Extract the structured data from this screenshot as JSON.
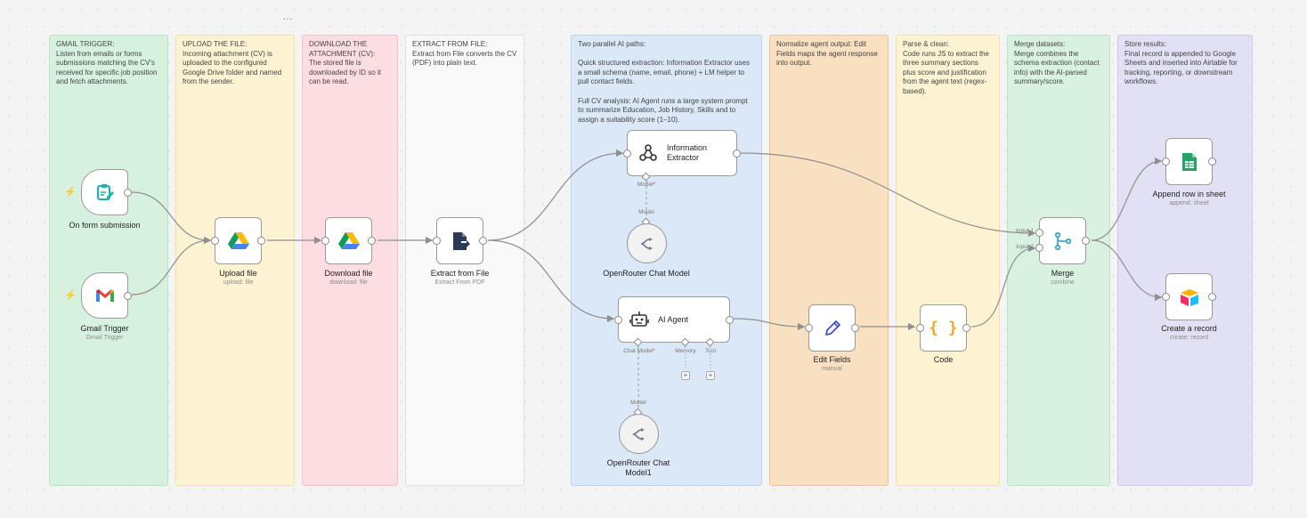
{
  "toolbar": {
    "ellipsis": "..."
  },
  "stickies": {
    "gmail": "GMAIL TRIGGER:\nListen from emails or forms submissions matching the CV's received for specific job position and fetch attachments.",
    "upload": "UPLOAD THE FILE:\nIncoming attachment (CV) is uploaded to the configured Google Drive folder and named from the sender.",
    "download": "DOWNLOAD THE ATTACHMENT (CV):\nThe stored file is downloaded by ID so it can be read.",
    "extract": "EXTRACT FROM FILE:\nExtract from File converts the CV (PDF) into plain text.",
    "ai": "Two parallel AI paths:\n\nQuick structured extraction: Information Extractor uses a small schema (name, email, phone) + LM helper to pull contact fields.\n\nFull CV analysis: AI Agent runs a large system prompt to summarize Education, Job History, Skills and to assign a suitability score (1–10).",
    "normalize": "Normalize agent output: Edit Fields maps the agent response into output.",
    "parse": "Parse & clean:\nCode runs JS to extract the three summary sections plus score and justification from the agent text (regex-based).",
    "merge": "Merge datasets:\nMerge combines the schema extraction (contact info) with the AI-parsed summary/score.",
    "store": "Store results:\nFinal record is appended to Google Sheets and inserted into Airtable for tracking, reporting, or downstream workflows."
  },
  "nodes": {
    "form": {
      "title": "On form submission",
      "icon": "form-icon"
    },
    "gmail": {
      "title": "Gmail Trigger",
      "subtitle": "Gmail Trigger",
      "icon": "gmail-icon"
    },
    "upload": {
      "title": "Upload file",
      "subtitle": "upload: file",
      "icon": "google-drive-icon"
    },
    "download": {
      "title": "Download file",
      "subtitle": "download: file",
      "icon": "google-drive-icon"
    },
    "extract": {
      "title": "Extract from File",
      "subtitle": "Extract From PDF",
      "icon": "file-export-icon"
    },
    "infoExtractor": {
      "title": "Information Extractor",
      "icon": "nodes-icon",
      "port_label": "Model",
      "port_required": "*"
    },
    "openrouter1": {
      "title": "OpenRouter Chat Model",
      "port_label": "Model",
      "icon": "openrouter-icon"
    },
    "aiAgent": {
      "title": "AI Agent",
      "icon": "robot-icon",
      "chat_model_label": "Chat Model",
      "chat_model_required": "*",
      "memory_label": "Memory",
      "tool_label": "Tool",
      "add": "+"
    },
    "openrouter2": {
      "title": "OpenRouter Chat Model1",
      "port_label": "Model",
      "icon": "openrouter-icon"
    },
    "editFields": {
      "title": "Edit Fields",
      "subtitle": "manual",
      "icon": "pencil-icon"
    },
    "code": {
      "title": "Code",
      "icon": "code-braces-icon",
      "glyph": "{ }"
    },
    "merge": {
      "title": "Merge",
      "subtitle": "combine",
      "input1": "Input 1",
      "input2": "Input 2",
      "icon": "merge-icon"
    },
    "sheets": {
      "title": "Append row in sheet",
      "subtitle": "append: sheet",
      "icon": "google-sheets-icon"
    },
    "airtable": {
      "title": "Create a record",
      "subtitle": "create: record",
      "icon": "airtable-icon"
    }
  },
  "colors": {
    "edge": "#8f8f8f",
    "trigger_bolt": "#f26b5b",
    "required": "#e0474c"
  }
}
